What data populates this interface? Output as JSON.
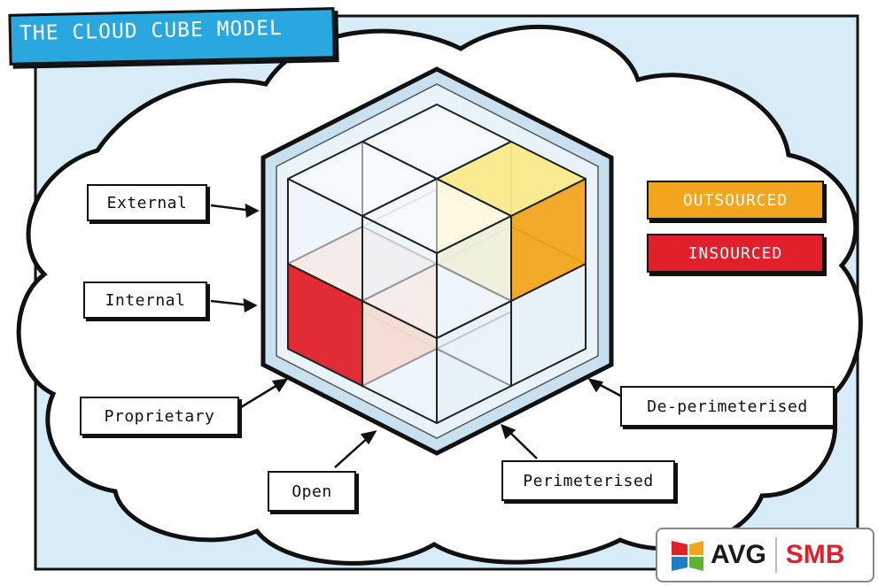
{
  "title": "THE CLOUD CUBE MODEL",
  "labels": {
    "external": "External",
    "internal": "Internal",
    "proprietary": "Proprietary",
    "open": "Open",
    "perimeterised": "Perimeterised",
    "de_perimeterised": "De-perimeterised"
  },
  "legend": [
    {
      "label": "OUTSOURCED",
      "color": "#f3a51e"
    },
    {
      "label": "INSOURCED",
      "color": "#e0202a"
    }
  ],
  "logo": {
    "brand": "AVG",
    "suffix": "SMB",
    "brand_color": "#1a1a1a",
    "suffix_color": "#e0202a",
    "mark": "avg-four-color-logo-icon"
  },
  "colors": {
    "background_panel": "#d8ecf8",
    "cloud_fill": "#ffffff",
    "cube_frame": "#c9e0ef",
    "outline": "#111111"
  }
}
